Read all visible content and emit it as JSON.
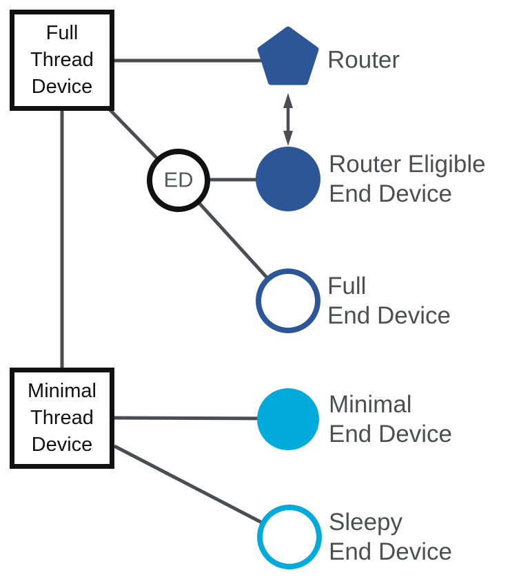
{
  "colors": {
    "blue": "#2d5699",
    "cyan": "#00abdc",
    "line": "#4a4e53",
    "ink": "#111111",
    "gray": "#4d4e51",
    "ed_gray": "#56585b"
  },
  "nodes": {
    "full_thread_device": {
      "label": "Full\nThread\nDevice",
      "shape": "box"
    },
    "minimal_thread_device": {
      "label": "Minimal\nThread\nDevice",
      "shape": "box"
    },
    "router": {
      "label": "Router",
      "shape": "pentagon",
      "fill": "#2d5699"
    },
    "router_eligible_end_device": {
      "label": "Router Eligible\nEnd Device",
      "shape": "filled-circle",
      "fill": "#2d5699"
    },
    "end_device_badge": {
      "label": "ED",
      "shape": "outlined-circle",
      "stroke": "#111111"
    },
    "full_end_device": {
      "label": "Full\nEnd Device",
      "shape": "open-circle",
      "stroke": "#2d5699"
    },
    "minimal_end_device": {
      "label": "Minimal\nEnd Device",
      "shape": "filled-circle",
      "fill": "#00abdc"
    },
    "sleepy_end_device": {
      "label": "Sleepy\nEnd Device",
      "shape": "open-circle",
      "stroke": "#00abdc"
    }
  },
  "edges": [
    {
      "from": "full_thread_device",
      "to": "router"
    },
    {
      "from": "full_thread_device",
      "to": "end_device_badge"
    },
    {
      "from": "end_device_badge",
      "to": "router_eligible_end_device"
    },
    {
      "from": "end_device_badge",
      "to": "full_end_device"
    },
    {
      "from": "full_thread_device",
      "to": "minimal_thread_device"
    },
    {
      "from": "minimal_thread_device",
      "to": "minimal_end_device"
    },
    {
      "from": "minimal_thread_device",
      "to": "sleepy_end_device"
    },
    {
      "from": "router",
      "to": "router_eligible_end_device",
      "style": "double-arrow"
    }
  ]
}
